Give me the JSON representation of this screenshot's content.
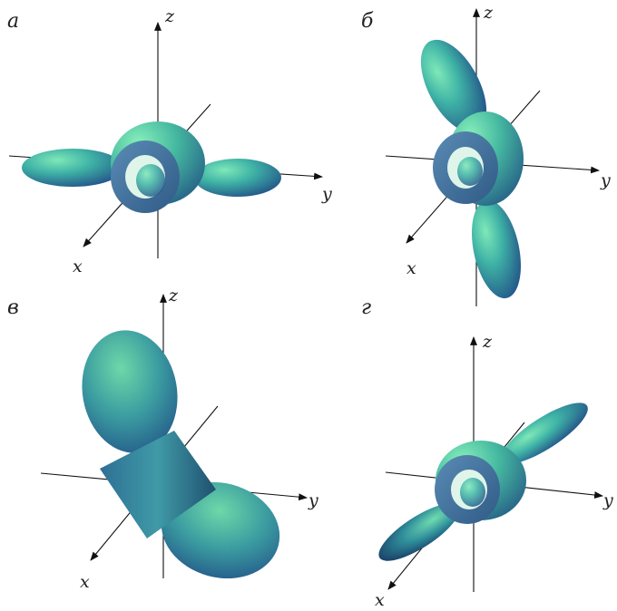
{
  "panels": [
    {
      "id": "a",
      "label": "а",
      "axes": {
        "x": "x",
        "y": "y",
        "z": "z"
      }
    },
    {
      "id": "b",
      "label": "б",
      "axes": {
        "x": "x",
        "y": "y",
        "z": "z"
      }
    },
    {
      "id": "c",
      "label": "в",
      "axes": {
        "x": "x",
        "y": "y",
        "z": "z"
      }
    },
    {
      "id": "d",
      "label": "г",
      "axes": {
        "x": "x",
        "y": "y",
        "z": "z"
      }
    }
  ],
  "colors": {
    "surface_light": "#6fe0b0",
    "surface_mid": "#3aa7a0",
    "surface_dark": "#1f4f7a",
    "ring": "#3f6f9a",
    "axis": "#111111"
  }
}
